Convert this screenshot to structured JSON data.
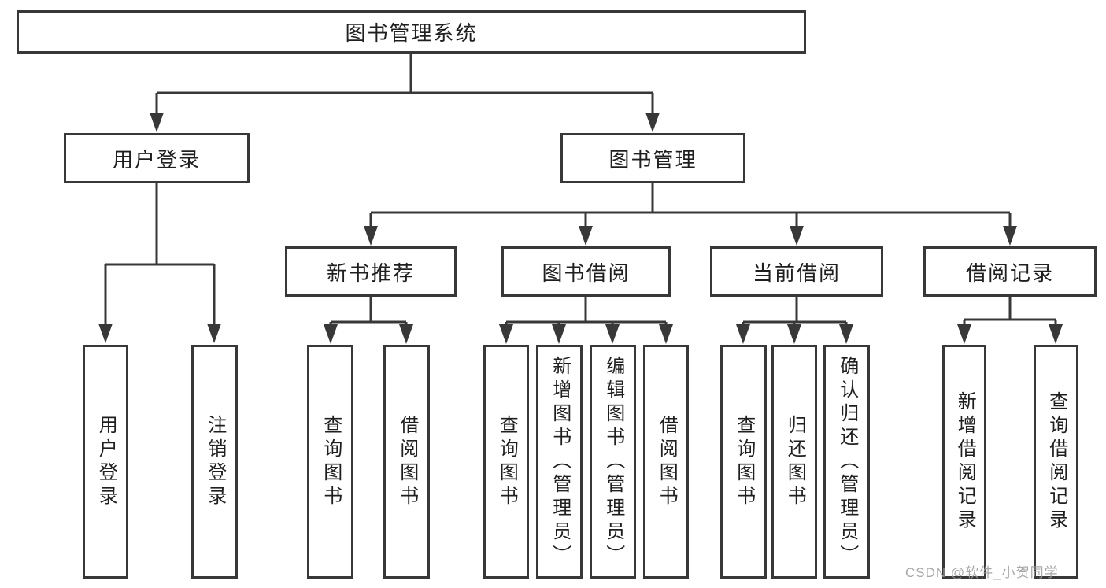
{
  "tree": {
    "label": "图书管理系统",
    "children": [
      {
        "label": "用户登录",
        "children": [
          {
            "label": "用户登录"
          },
          {
            "label": "注销登录"
          }
        ]
      },
      {
        "label": "图书管理",
        "children": [
          {
            "label": "新书推荐",
            "children": [
              {
                "label": "查询图书"
              },
              {
                "label": "借阅图书"
              }
            ]
          },
          {
            "label": "图书借阅",
            "children": [
              {
                "label": "查询图书"
              },
              {
                "label": "新增图书（管理员）"
              },
              {
                "label": "编辑图书（管理员）"
              },
              {
                "label": "借阅图书"
              }
            ]
          },
          {
            "label": "当前借阅",
            "children": [
              {
                "label": "查询图书"
              },
              {
                "label": "归还图书"
              },
              {
                "label": "确认归还（管理员）"
              }
            ]
          },
          {
            "label": "借阅记录",
            "children": [
              {
                "label": "新增借阅记录"
              },
              {
                "label": "查询借阅记录"
              }
            ]
          }
        ]
      }
    ]
  },
  "watermark": {
    "text": "CSDN @软件_小贺同学",
    "color": "#9b9b9b"
  },
  "colors": {
    "box_border": "#383838",
    "connector": "#383838",
    "text": "#1f1f1f",
    "background": "#ffffff"
  }
}
